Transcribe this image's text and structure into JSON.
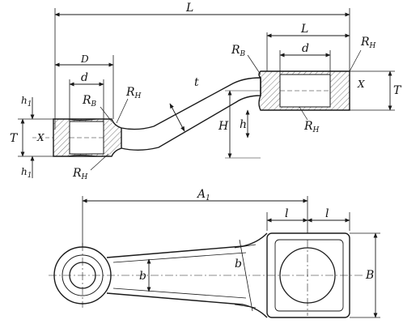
{
  "labels": {
    "L_top": "L",
    "L_right": "L",
    "D": "D",
    "d_left": "d",
    "d_right": "d",
    "R_B_left": "R",
    "R_B_left_sub": "B",
    "R_B_right": "R",
    "R_B_right_sub": "B",
    "R_H_left_top": "R",
    "R_H_left_top_sub": "H",
    "R_H_left_bottom": "R",
    "R_H_left_bottom_sub": "H",
    "R_H_right_top": "R",
    "R_H_right_top_sub": "H",
    "R_H_right_bottom": "R",
    "R_H_right_bottom_sub": "H",
    "t": "t",
    "h1_top": "h",
    "h1_top_sub": "1",
    "h1_bottom": "h",
    "h1_bottom_sub": "1",
    "T_left": "T",
    "T_right": "T",
    "X_left": "X",
    "X_right": "X",
    "H": "H",
    "h_mid": "h",
    "A1": "A",
    "A1_sub": "1",
    "l_left": "l",
    "l_right": "l",
    "b_left": "b",
    "b_right": "b",
    "B": "B"
  },
  "colors": {
    "line": "#1a1a1a",
    "hatch": "#555555"
  }
}
